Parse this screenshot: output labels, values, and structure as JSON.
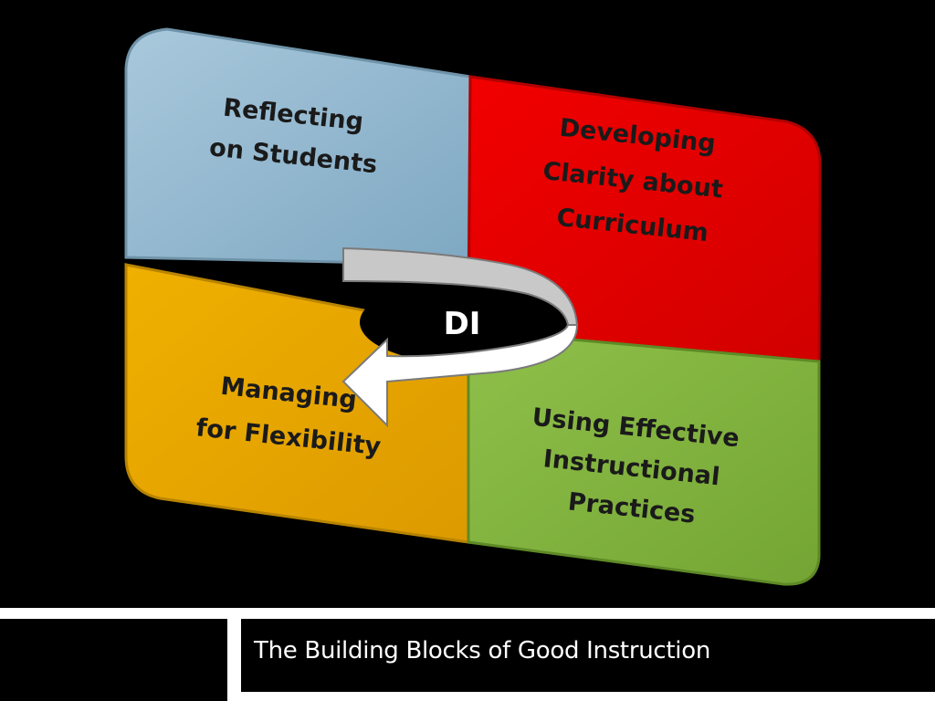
{
  "diagram": {
    "quadrants": [
      {
        "id": "top-left",
        "lines": [
          "Reflecting",
          "on Students"
        ],
        "color": "#8cb3cc"
      },
      {
        "id": "top-right",
        "lines": [
          "Developing",
          "Clarity about",
          "Curriculum"
        ],
        "color": "#e60000"
      },
      {
        "id": "bottom-left",
        "lines": [
          "Managing",
          "for Flexibility"
        ],
        "color": "#e8a500"
      },
      {
        "id": "bottom-right",
        "lines": [
          "Using Effective",
          "Instructional",
          "Practices"
        ],
        "color": "#82b340"
      }
    ],
    "center_label": "DI"
  },
  "footer": {
    "title": "The Building Blocks of Good Instruction"
  }
}
